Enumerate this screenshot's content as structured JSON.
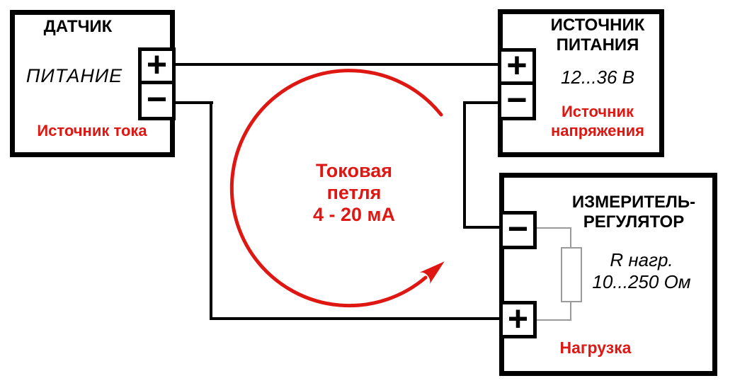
{
  "colors": {
    "red": "#df1712",
    "black": "#000000",
    "gray": "#9a9a9a"
  },
  "sensor": {
    "title": "ДАТЧИК",
    "power_label": "ПИТАНИЕ",
    "note": "Источник тока",
    "plus": "+",
    "minus": "−"
  },
  "power_supply": {
    "title_line1": "ИСТОЧНИК",
    "title_line2": "ПИТАНИЯ",
    "voltage": "12...36 В",
    "note_line1": "Источник",
    "note_line2": "напряжения",
    "plus": "+",
    "minus": "−"
  },
  "meter": {
    "title_line1": "ИЗМЕРИТЕЛЬ-",
    "title_line2": "РЕГУЛЯТОР",
    "load_line1": "R нагр.",
    "load_line2": "10...250 Ом",
    "note": "Нагрузка",
    "plus": "+",
    "minus": "−"
  },
  "loop": {
    "label_line1": "Токовая",
    "label_line2": "петля",
    "label_line3": "4 - 20 мА"
  }
}
